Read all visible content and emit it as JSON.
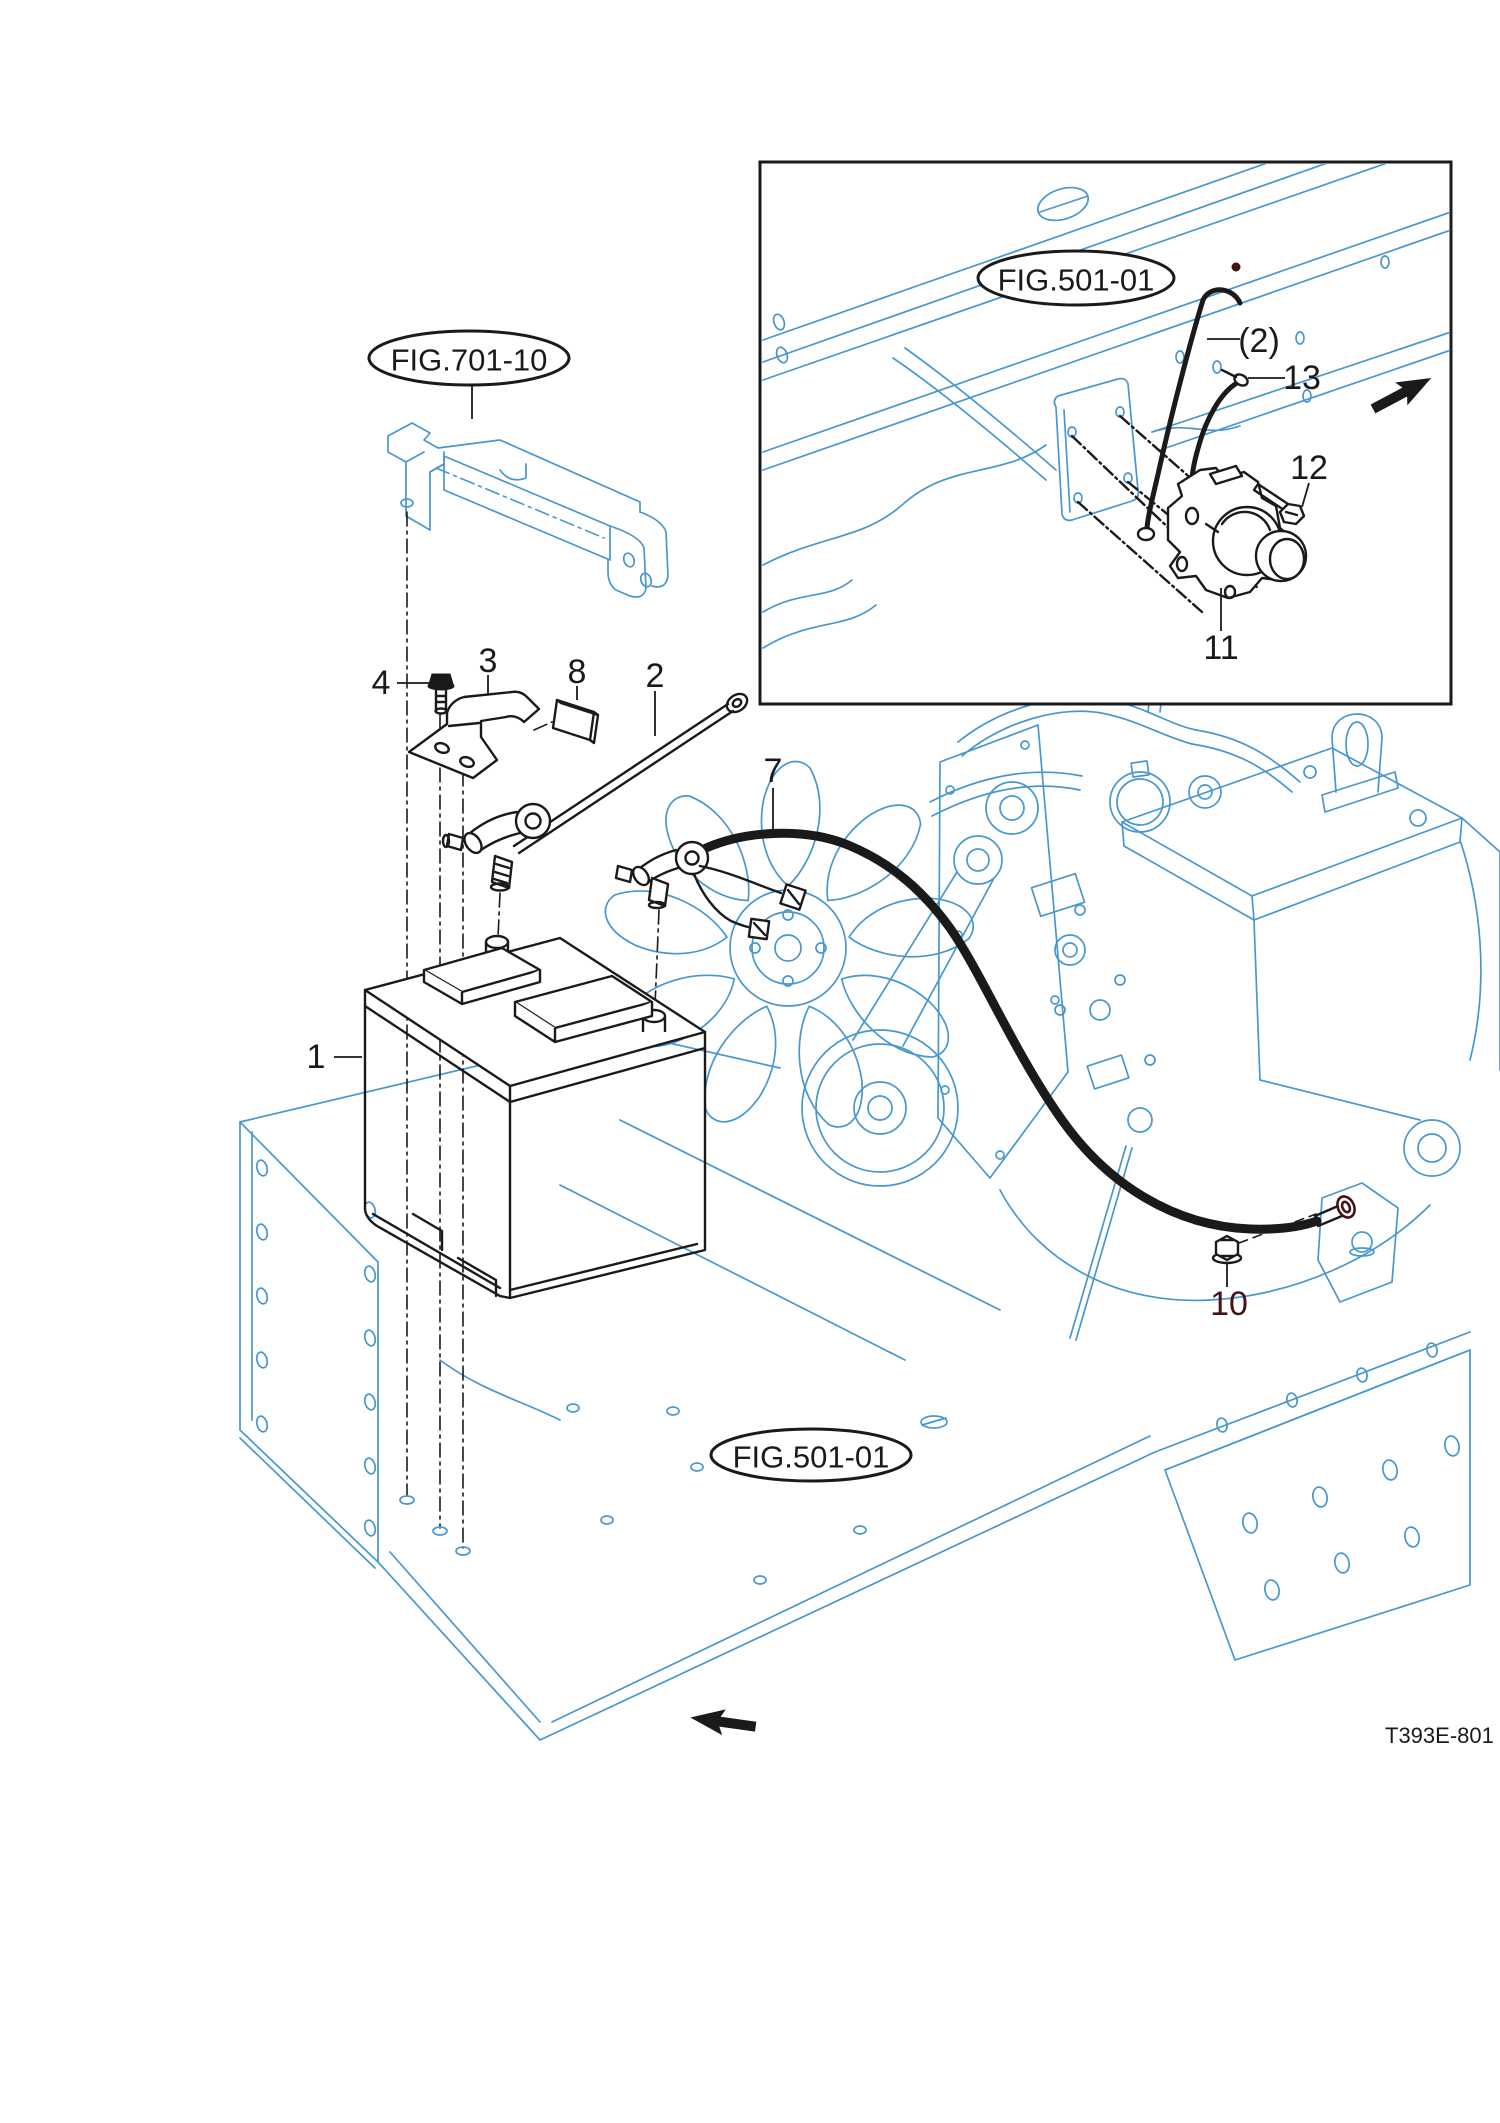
{
  "diagram": {
    "balloons": {
      "bracket_ref": "FIG.701-10",
      "inset_ref": "FIG.501-01",
      "frame_ref": "FIG.501-01"
    },
    "part_labels": {
      "p1": "1",
      "p2": "2",
      "p3": "3",
      "p4": "4",
      "p7": "7",
      "p8": "8",
      "p10": "10",
      "p11": "11",
      "p12": "12",
      "p13": "13",
      "qty2": "(2)"
    },
    "footer_code": "T393E-801",
    "colors": {
      "machine_blue": "#4897CF",
      "line_black": "#1a1a1a",
      "highlight_maroon": "#451313",
      "background": "#ffffff"
    },
    "icons": {
      "arrow_inset": "arrow-up-right",
      "arrow_frame": "arrow-left"
    }
  }
}
